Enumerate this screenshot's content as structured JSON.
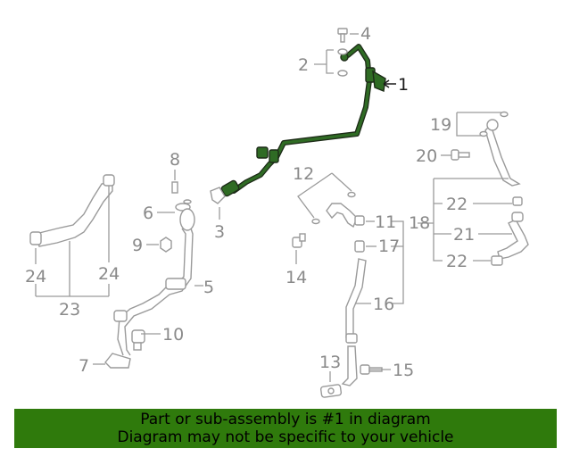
{
  "callouts": {
    "c1": "1",
    "c2": "2",
    "c3": "3",
    "c4": "4",
    "c5": "5",
    "c6": "6",
    "c7": "7",
    "c8": "8",
    "c9": "9",
    "c10": "10",
    "c11": "11",
    "c12": "12",
    "c13": "13",
    "c14": "14",
    "c15": "15",
    "c16": "16",
    "c17": "17",
    "c18": "18",
    "c19": "19",
    "c20": "20",
    "c21": "21",
    "c22a": "22",
    "c22b": "22",
    "c23": "23",
    "c24a": "24",
    "c24b": "24"
  },
  "banner": {
    "line1": "Part or sub-assembly is #1 in diagram",
    "line2": "Diagram may not be specific to your vehicle"
  },
  "colors": {
    "highlight_part": "#2f6b24",
    "banner_background": "#2f7a0c",
    "callout_gray": "#8a8a8a"
  }
}
